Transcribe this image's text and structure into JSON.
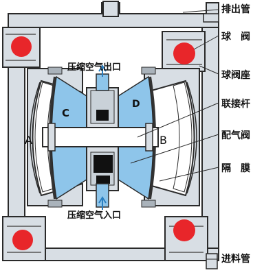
{
  "labels": {
    "discharge_pipe": "排出管",
    "ball_valve": "球　阀",
    "ball_valve_seat": "球阀座",
    "air_outlet": "压缩空气出口",
    "connecting_rod": "联接杆",
    "air_valve": "配气阀",
    "diaphragm": "隔　膜",
    "air_inlet": "压缩空气入口",
    "feed_pipe": "进料管",
    "chamber_a": "A",
    "chamber_b": "B",
    "chamber_c": "C",
    "chamber_d": "D"
  },
  "colors": {
    "body_fill": "#d8dee4",
    "body_stroke": "#2a2a2a",
    "air_chamber": "#8ec5ea",
    "ball": "#e8262a",
    "rod": "#ffffff",
    "valve_dark": "#111111"
  }
}
